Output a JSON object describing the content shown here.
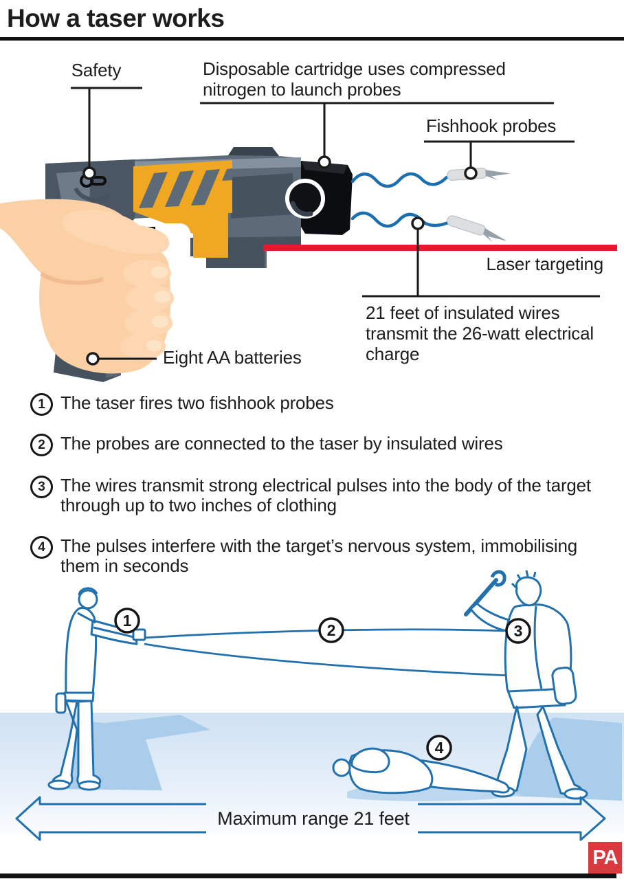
{
  "header": {
    "title": "How a taser works"
  },
  "diagram": {
    "labels": {
      "safety": "Safety",
      "cartridge": "Disposable cartridge uses compressed nitrogen to launch probes",
      "fishhook": "Fishhook probes",
      "laser": "Laser targeting",
      "wires": "21 feet of insulated wires transmit the 26-watt electrical charge",
      "batteries": "Eight AA batteries"
    }
  },
  "steps": [
    {
      "num": "1",
      "text": "The taser fires two fishhook probes"
    },
    {
      "num": "2",
      "text": "The probes are connected to the taser by insulated wires"
    },
    {
      "num": "3",
      "text": "The wires transmit strong electrical pulses into the body of the target through up to two inches of clothing"
    },
    {
      "num": "4",
      "text": "The pulses interfere with the target’s nervous system, immobilising them in seconds"
    }
  ],
  "scene": {
    "range_label": "Maximum range 21 feet"
  },
  "footer": {
    "logo_text": "PA"
  },
  "colors": {
    "laser_red": "#e8182e",
    "wire_blue": "#1c6fae",
    "scene_blue": "#2271ac",
    "taser_yellow": "#f0a722",
    "gun_grey": "#5d6a78",
    "ground_blue": "#cfe1f3",
    "shadow_blue": "#a9cdea",
    "pa_red": "#d93a40"
  }
}
